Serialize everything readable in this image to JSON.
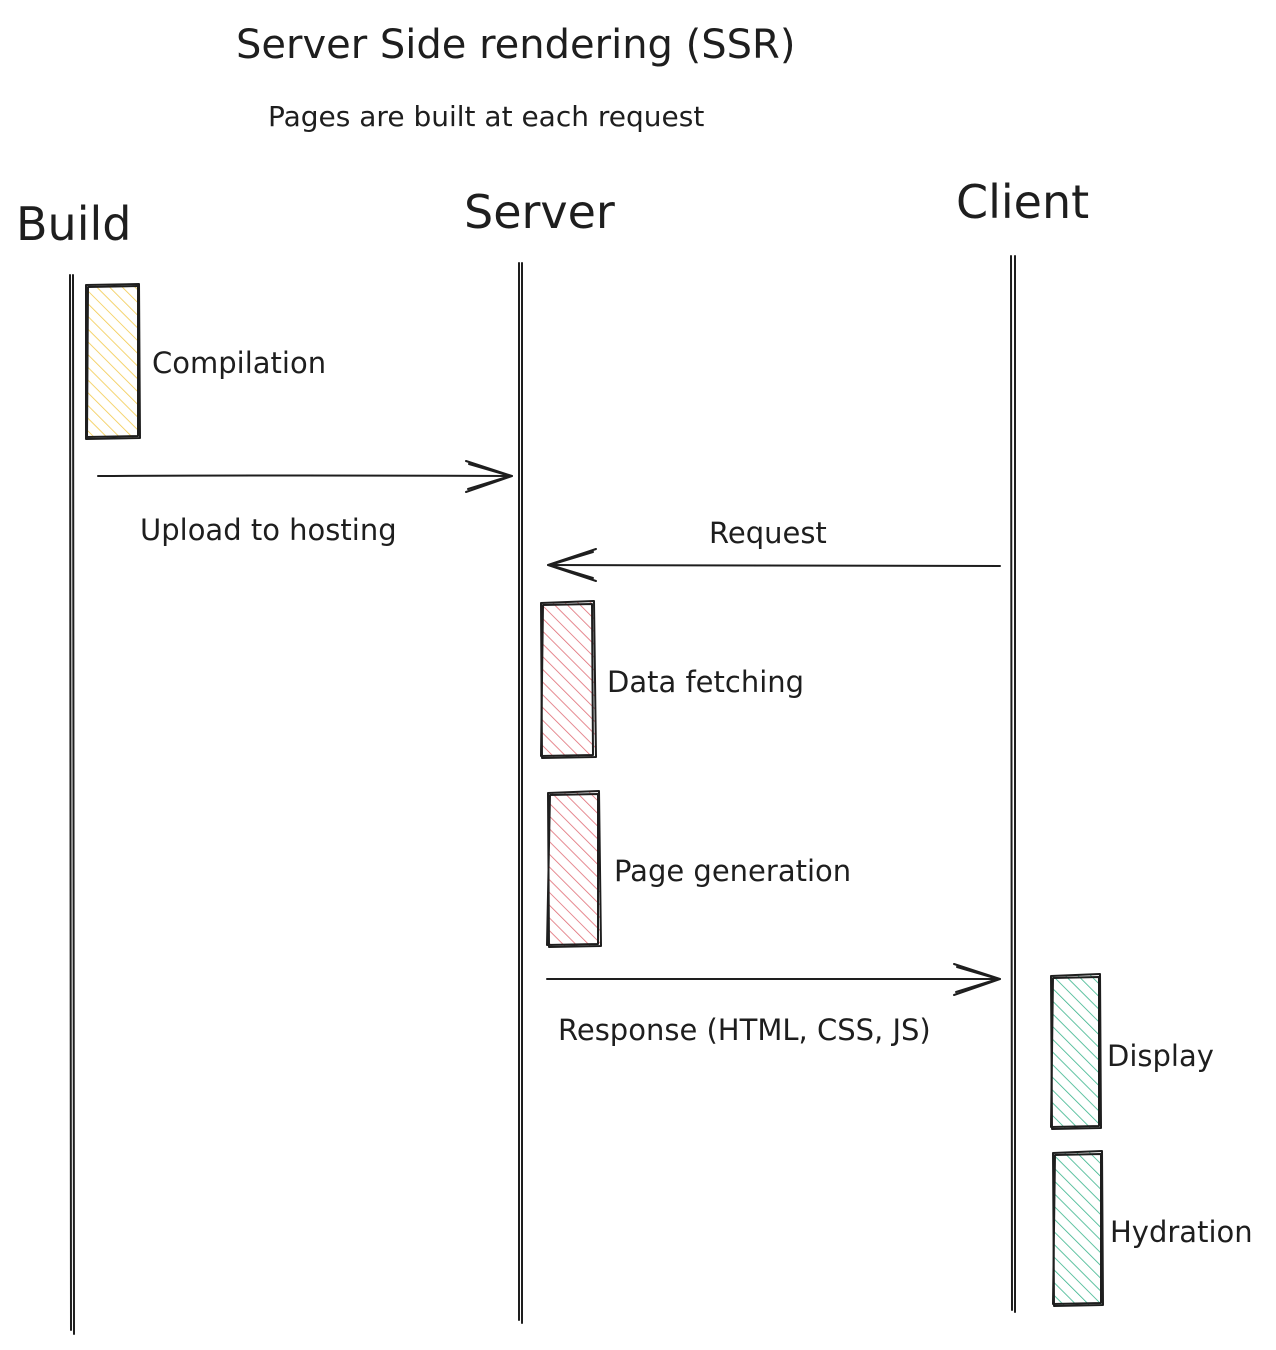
{
  "diagram": {
    "title": "Server Side rendering (SSR)",
    "subtitle": "Pages are built at each request",
    "lanes": {
      "build": "Build",
      "server": "Server",
      "client": "Client"
    },
    "steps": {
      "compilation": "Compilation",
      "data_fetching": "Data fetching",
      "page_generation": "Page generation",
      "display": "Display",
      "hydration": "Hydration"
    },
    "messages": {
      "upload": "Upload to hosting",
      "request": "Request",
      "response": "Response (HTML, CSS, JS)"
    },
    "colors": {
      "ink": "#1e1e1e",
      "build_step": "#f2c94c",
      "server_step": "#e06c75",
      "client_step": "#38b48b"
    }
  }
}
